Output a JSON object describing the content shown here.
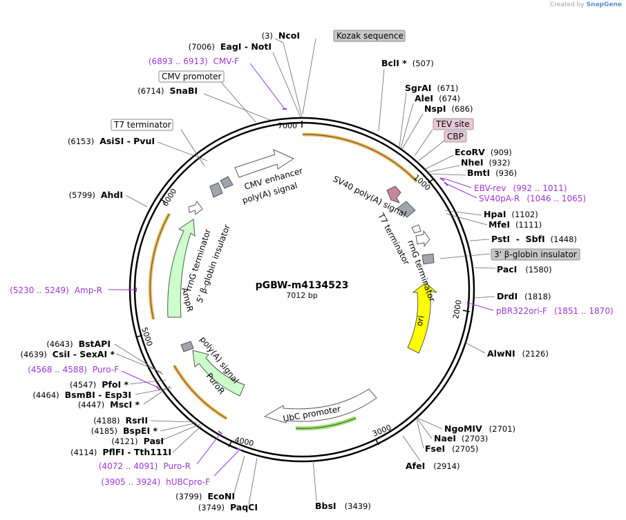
{
  "credit": {
    "prefix": "Created by",
    "brand": "SnapGene"
  },
  "plasmid": {
    "name": "pGBW-m4134523",
    "size": "7012 bp"
  },
  "ticks": [
    {
      "label": "1000",
      "bp": 1000
    },
    {
      "label": "2000",
      "bp": 2000
    },
    {
      "label": "3000",
      "bp": 3000
    },
    {
      "label": "4000",
      "bp": 4000
    },
    {
      "label": "5000",
      "bp": 5000
    },
    {
      "label": "6000",
      "bp": 6000
    },
    {
      "label": "7000",
      "bp": 7000
    }
  ],
  "enzymes_right": [
    {
      "name": "BclI *",
      "pos": "(507)"
    },
    {
      "name": "SgrAI",
      "pos": "(671)"
    },
    {
      "name": "AleI",
      "pos": "(674)"
    },
    {
      "name": "NspI",
      "pos": "(686)"
    },
    {
      "name": "EcoRV",
      "pos": "(909)"
    },
    {
      "name": "NheI",
      "pos": "(932)"
    },
    {
      "name": "BmtI",
      "pos": "(936)"
    },
    {
      "name": "HpaI",
      "pos": "(1102)"
    },
    {
      "name": "MfeI",
      "pos": "(1111)"
    },
    {
      "name": "PstI  -  SbfI",
      "pos": "(1448)"
    },
    {
      "name": "PacI",
      "pos": "(1580)"
    },
    {
      "name": "DrdI",
      "pos": "(1818)"
    },
    {
      "name": "AlwNI",
      "pos": "(2126)"
    },
    {
      "name": "NgoMIV",
      "pos": "(2701)"
    },
    {
      "name": "NaeI",
      "pos": "(2703)"
    },
    {
      "name": "FseI",
      "pos": "(2705)"
    },
    {
      "name": "AfeI",
      "pos": "(2914)"
    },
    {
      "name": "BbsI",
      "pos": "(3439)"
    }
  ],
  "enzymes_left": [
    {
      "name": "NcoI",
      "pos": "(3)"
    },
    {
      "name": "EagI  -  NotI",
      "pos": "(7006)"
    },
    {
      "name": "SnaBI",
      "pos": "(6714)"
    },
    {
      "name": "AsiSI  -  PvuI",
      "pos": "(6153)"
    },
    {
      "name": "AhdI",
      "pos": "(5799)"
    },
    {
      "name": "BstAPI",
      "pos": "(4643)"
    },
    {
      "name": "CsiI  -  SexAI *",
      "pos": "(4639)"
    },
    {
      "name": "PfoI *",
      "pos": "(4547)"
    },
    {
      "name": "BsmBI  -  Esp3I",
      "pos": "(4464)"
    },
    {
      "name": "MscI *",
      "pos": "(4447)"
    },
    {
      "name": "RsrII",
      "pos": "(4188)"
    },
    {
      "name": "BspEI *",
      "pos": "(4185)"
    },
    {
      "name": "PasI",
      "pos": "(4121)"
    },
    {
      "name": "PflFI  -  Tth111I",
      "pos": "(4114)"
    },
    {
      "name": "EcoNI",
      "pos": "(3799)"
    },
    {
      "name": "PaqCI",
      "pos": "(3749)"
    }
  ],
  "primers": [
    {
      "name": "CMV-F",
      "range": "(6893 .. 6913)"
    },
    {
      "name": "EBV-rev",
      "range": "(992 .. 1011)"
    },
    {
      "name": "SV40pA-R",
      "range": "(1046 .. 1065)"
    },
    {
      "name": "pBR322ori-F",
      "range": "(1851 .. 1870)"
    },
    {
      "name": "Amp-R",
      "range": "(5230 .. 5249)"
    },
    {
      "name": "Puro-F",
      "range": "(4568 .. 4588)"
    },
    {
      "name": "Puro-R",
      "range": "(4072 .. 4091)"
    },
    {
      "name": "hUBCpro-F",
      "range": "(3905 .. 3924)"
    }
  ],
  "boxed": {
    "kozak": "Kozak sequence",
    "cmv_promoter": "CMV promoter",
    "t7_terminator": "T7 terminator",
    "tev": "TEV site",
    "cbp": "CBP",
    "globin3": "3' β-globin insulator"
  },
  "features": {
    "cmv_enhancer": "CMV enhancer",
    "polya_top": "poly(A) signal",
    "sv40": "SV40 poly(A) signal",
    "t7_term": "T7 terminator",
    "rrng_right": "rrnG terminator",
    "ori": "ori",
    "ubc": "UbC promoter",
    "puror": "PuroR",
    "polya_left": "poly(A) signal",
    "ampr": "AmpR",
    "rrng_left": "rrnG terminator",
    "globin5": "5' β-globin insulator"
  },
  "colors": {
    "primer": "#9a36d9",
    "ori": "#ffff00",
    "resistance": "#ccffcc",
    "orf_highlight": "#f5a623",
    "tev_box": "#e8c8d4",
    "gray_box": "#c8c8c8"
  }
}
